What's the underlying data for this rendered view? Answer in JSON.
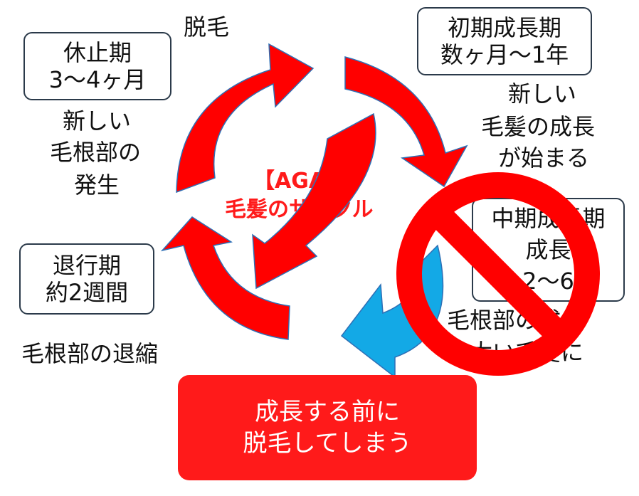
{
  "stages": {
    "resting": {
      "title": "休止期",
      "duration": "3～4ヶ月"
    },
    "early_growth": {
      "title": "初期成長期",
      "duration": "数ヶ月～1年"
    },
    "mid_growth": {
      "title": "中期成長期",
      "line2": "成長",
      "duration": "2～6"
    },
    "regression": {
      "title": "退行期",
      "duration": "約2週間"
    }
  },
  "captions": {
    "shedding": "脱毛",
    "new_root_1": "新しい",
    "new_root_2": "毛根部の",
    "new_root_3": "発生",
    "new_hair_1": "新しい",
    "new_hair_2": "毛髪の成長",
    "new_hair_3": "が始まる",
    "mid_desc_1": "毛根部の成長",
    "mid_desc_2": "太い毛髪に",
    "shrink": "毛根部の退縮"
  },
  "center": {
    "line1": "【AGAの】",
    "line2": "毛髪のサイクル"
  },
  "callout": {
    "line1": "成長する前に",
    "line2": "脱毛してしまう"
  },
  "colors": {
    "arrow_red": "#ff0000",
    "arrow_blue": "#13a9e6",
    "prohibit_red": "#ff0000",
    "text_red": "#ff1a1a"
  },
  "icons": {
    "prohibition": "prohibition-icon"
  }
}
